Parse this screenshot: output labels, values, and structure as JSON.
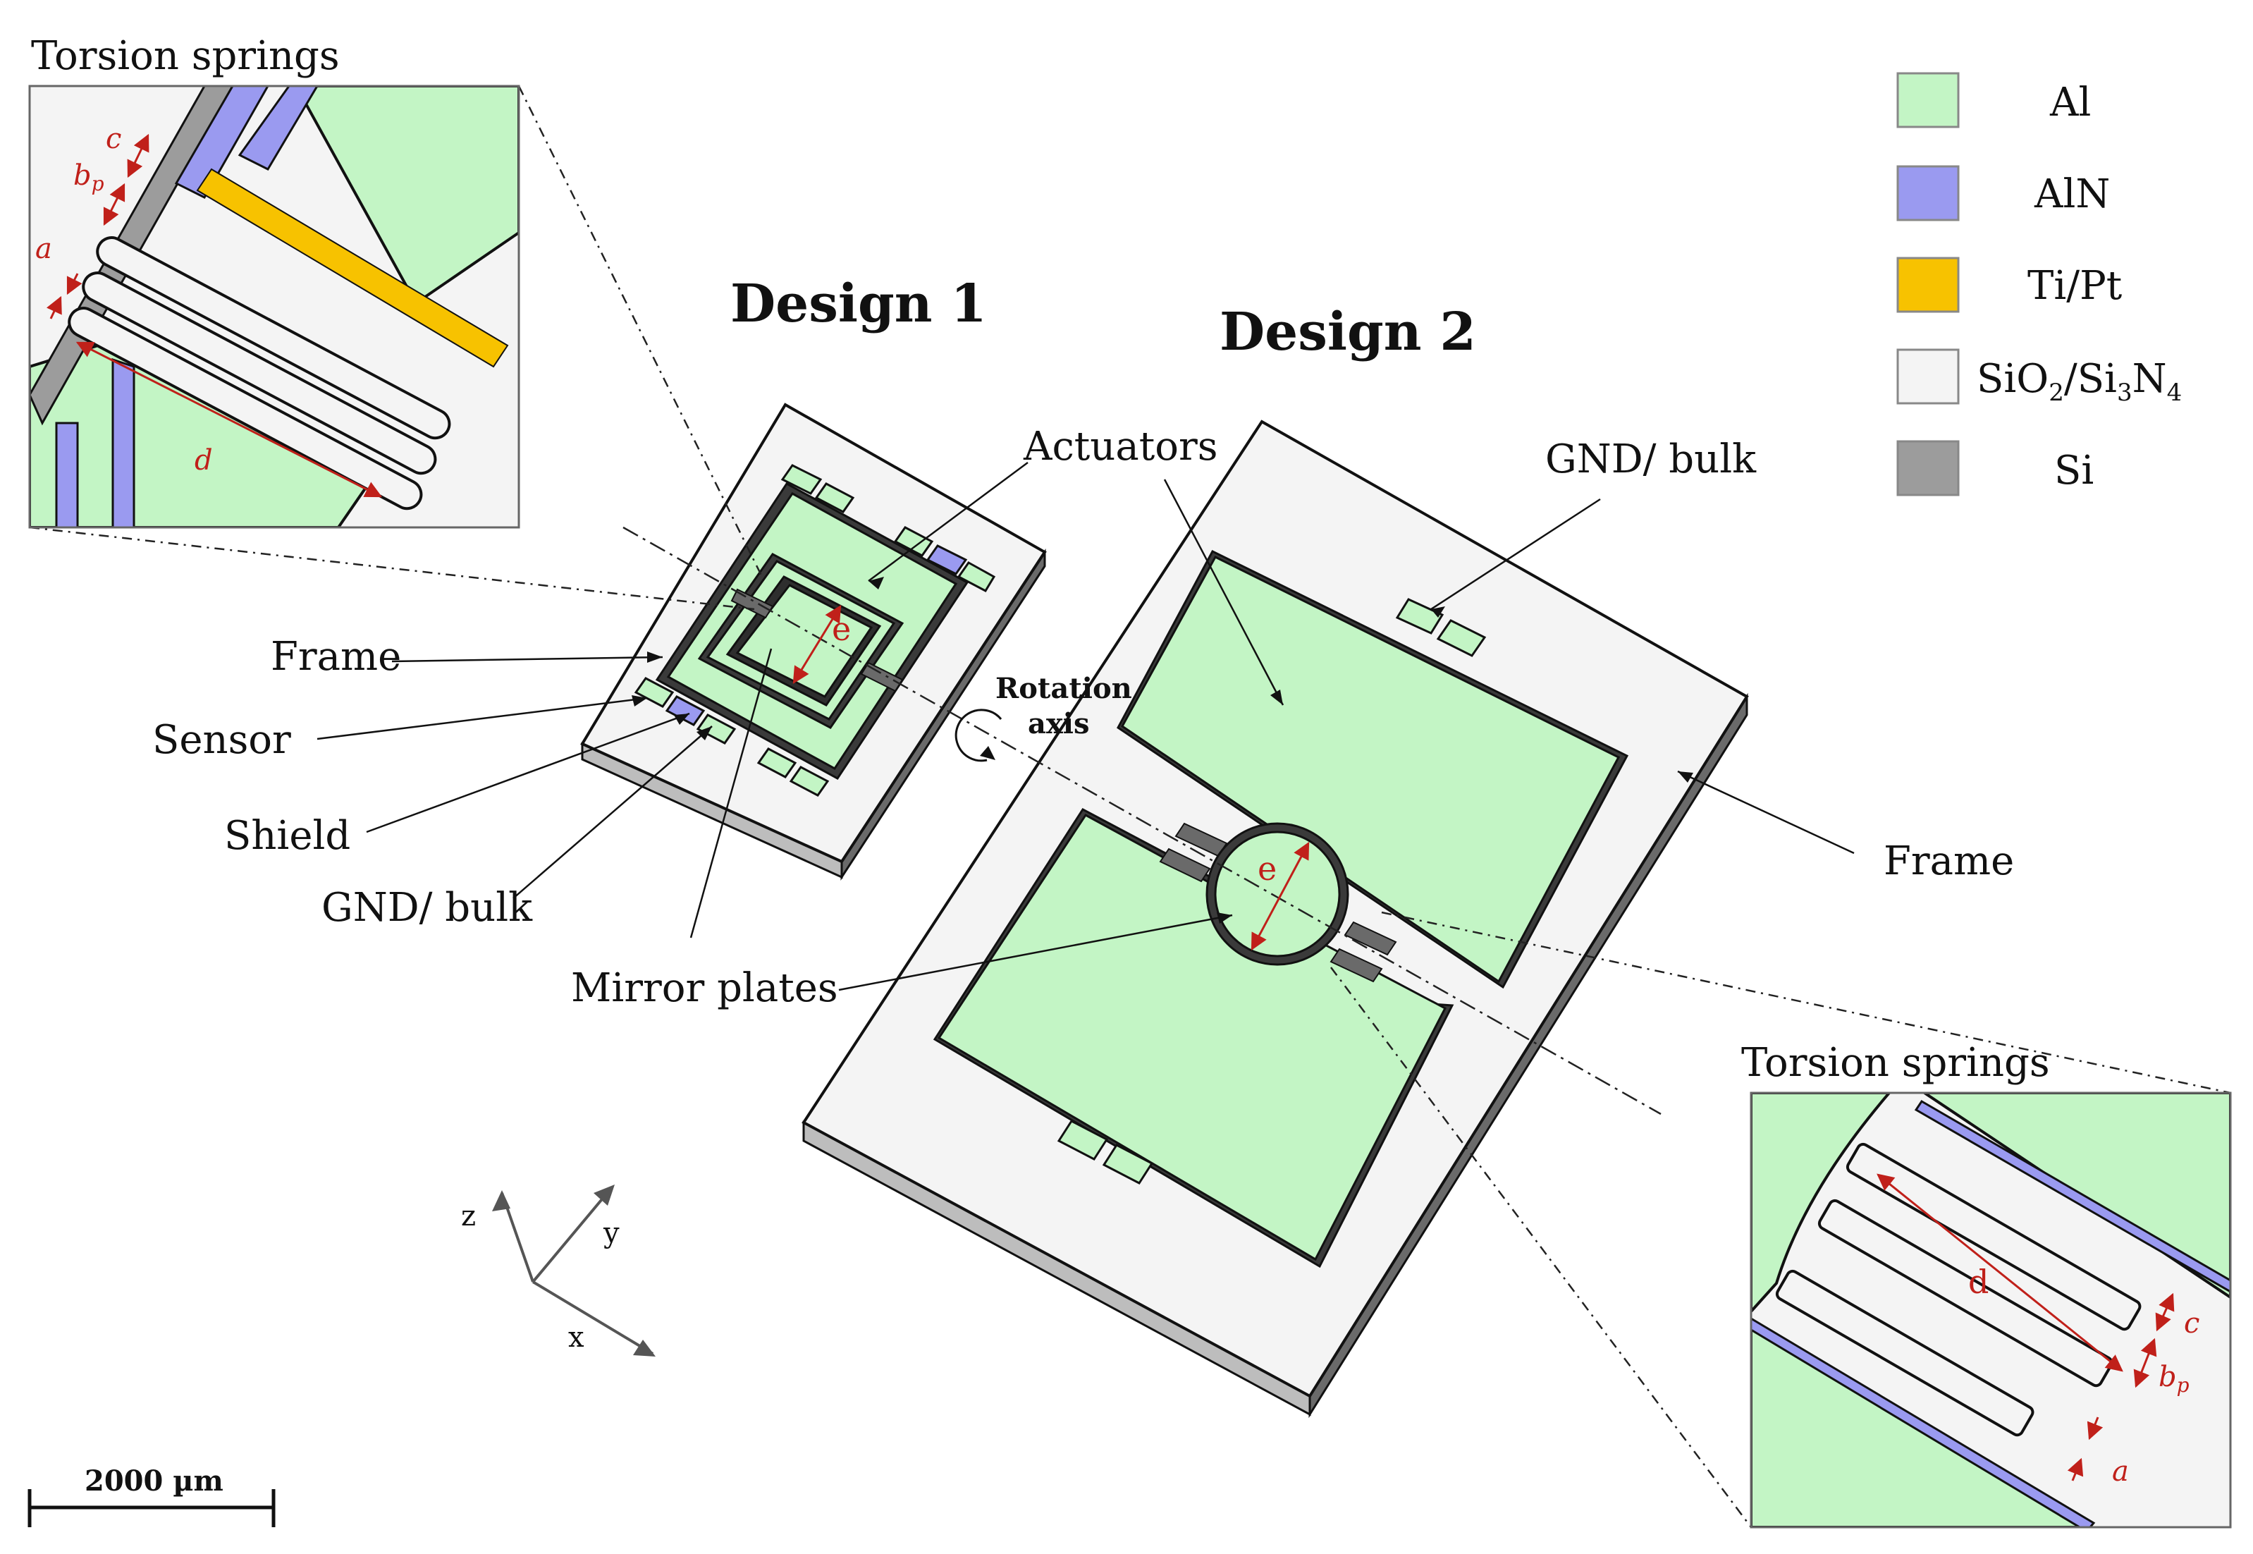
{
  "titles": {
    "design1": "Design 1",
    "design2": "Design 2"
  },
  "inset_titles": {
    "left": "Torsion springs",
    "right": "Torsion springs"
  },
  "labels": {
    "actuators": "Actuators",
    "gnd_bulk_top": "GND/ bulk",
    "frame_left": "Frame",
    "sensor": "Sensor",
    "shield": "Shield",
    "gnd_bulk_left": "GND/ bulk",
    "mirror_plates": "Mirror plates",
    "frame_right": "Frame",
    "rotation_1": "Rotation",
    "rotation_2": "axis"
  },
  "dimensions": {
    "a": "a",
    "b": "b",
    "b_sub": "p",
    "c": "c",
    "d": "d",
    "e": "e"
  },
  "legend": [
    {
      "label": "Al",
      "color": "#c3f5c5"
    },
    {
      "label": "AlN",
      "color": "#9a9af0"
    },
    {
      "label": "Ti/Pt",
      "color": "#f7c200"
    },
    {
      "label": "SiO",
      "sub1": "2",
      "mid": "/Si",
      "sub2": "3",
      "tail": "N",
      "sub3": "4",
      "color": "#f4f4f4"
    },
    {
      "label": "Si",
      "color": "#9c9c9c"
    }
  ],
  "axes": {
    "x": "x",
    "y": "y",
    "z": "z"
  },
  "scale_bar": {
    "label": "2000 µm"
  },
  "colors": {
    "dimension": "#c0201a",
    "al": "#c3f5c5",
    "frame": "#f4f4f4",
    "outline": "#111111"
  }
}
